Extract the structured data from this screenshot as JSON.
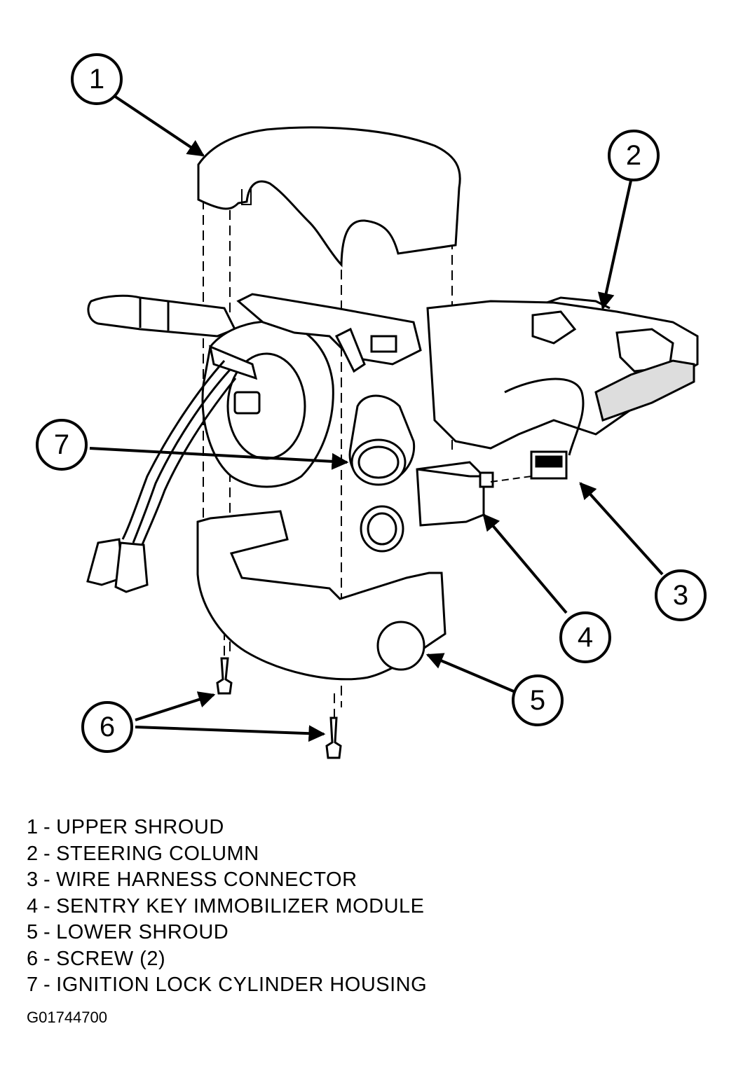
{
  "callouts": [
    {
      "number": "1"
    },
    {
      "number": "2"
    },
    {
      "number": "3"
    },
    {
      "number": "4"
    },
    {
      "number": "5"
    },
    {
      "number": "6"
    },
    {
      "number": "7"
    }
  ],
  "legend": [
    {
      "number": "1",
      "separator": "-",
      "label": "UPPER SHROUD"
    },
    {
      "number": "2",
      "separator": "-",
      "label": "STEERING COLUMN"
    },
    {
      "number": "3",
      "separator": "-",
      "label": "WIRE HARNESS CONNECTOR"
    },
    {
      "number": "4",
      "separator": "-",
      "label": "SENTRY KEY IMMOBILIZER MODULE"
    },
    {
      "number": "5",
      "separator": "-",
      "label": "LOWER SHROUD"
    },
    {
      "number": "6",
      "separator": "-",
      "label": "SCREW (2)"
    },
    {
      "number": "7",
      "separator": "-",
      "label": "IGNITION LOCK CYLINDER HOUSING"
    }
  ],
  "figure_id": "G01744700"
}
